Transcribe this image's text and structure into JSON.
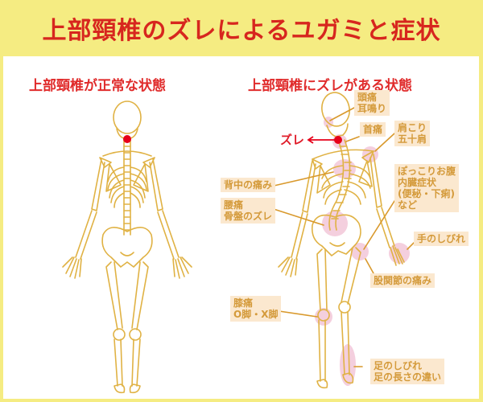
{
  "title": "上部頸椎のズレによるユガミと症状",
  "colors": {
    "background": "#f5ec82",
    "title": "#d7261e",
    "bone": "#e0b244",
    "highlight": "#f2c4d6",
    "label_bg": "#fbe8cf",
    "label_text": "#d49a3a",
    "marker": "#e6001a"
  },
  "left": {
    "subtitle": "上部頸椎が正常な状態"
  },
  "right": {
    "subtitle": "上部頸椎にズレがある状態",
    "shift_label": "ズレ",
    "shift_arrow": "←",
    "labels": [
      {
        "text": "頭痛\n耳鳴り"
      },
      {
        "text": "首痛"
      },
      {
        "text": "肩こり\n五十肩"
      },
      {
        "text": "背中の痛み"
      },
      {
        "text": "ぽっこりお腹\n内臓症状\n(便秘・下痢)\nなど"
      },
      {
        "text": "腰痛\n骨盤のズレ"
      },
      {
        "text": "手のしびれ"
      },
      {
        "text": "股関節の痛み"
      },
      {
        "text": "膝痛\nO脚・X脚"
      },
      {
        "text": "足のしびれ\n足の長さの違い"
      }
    ]
  }
}
